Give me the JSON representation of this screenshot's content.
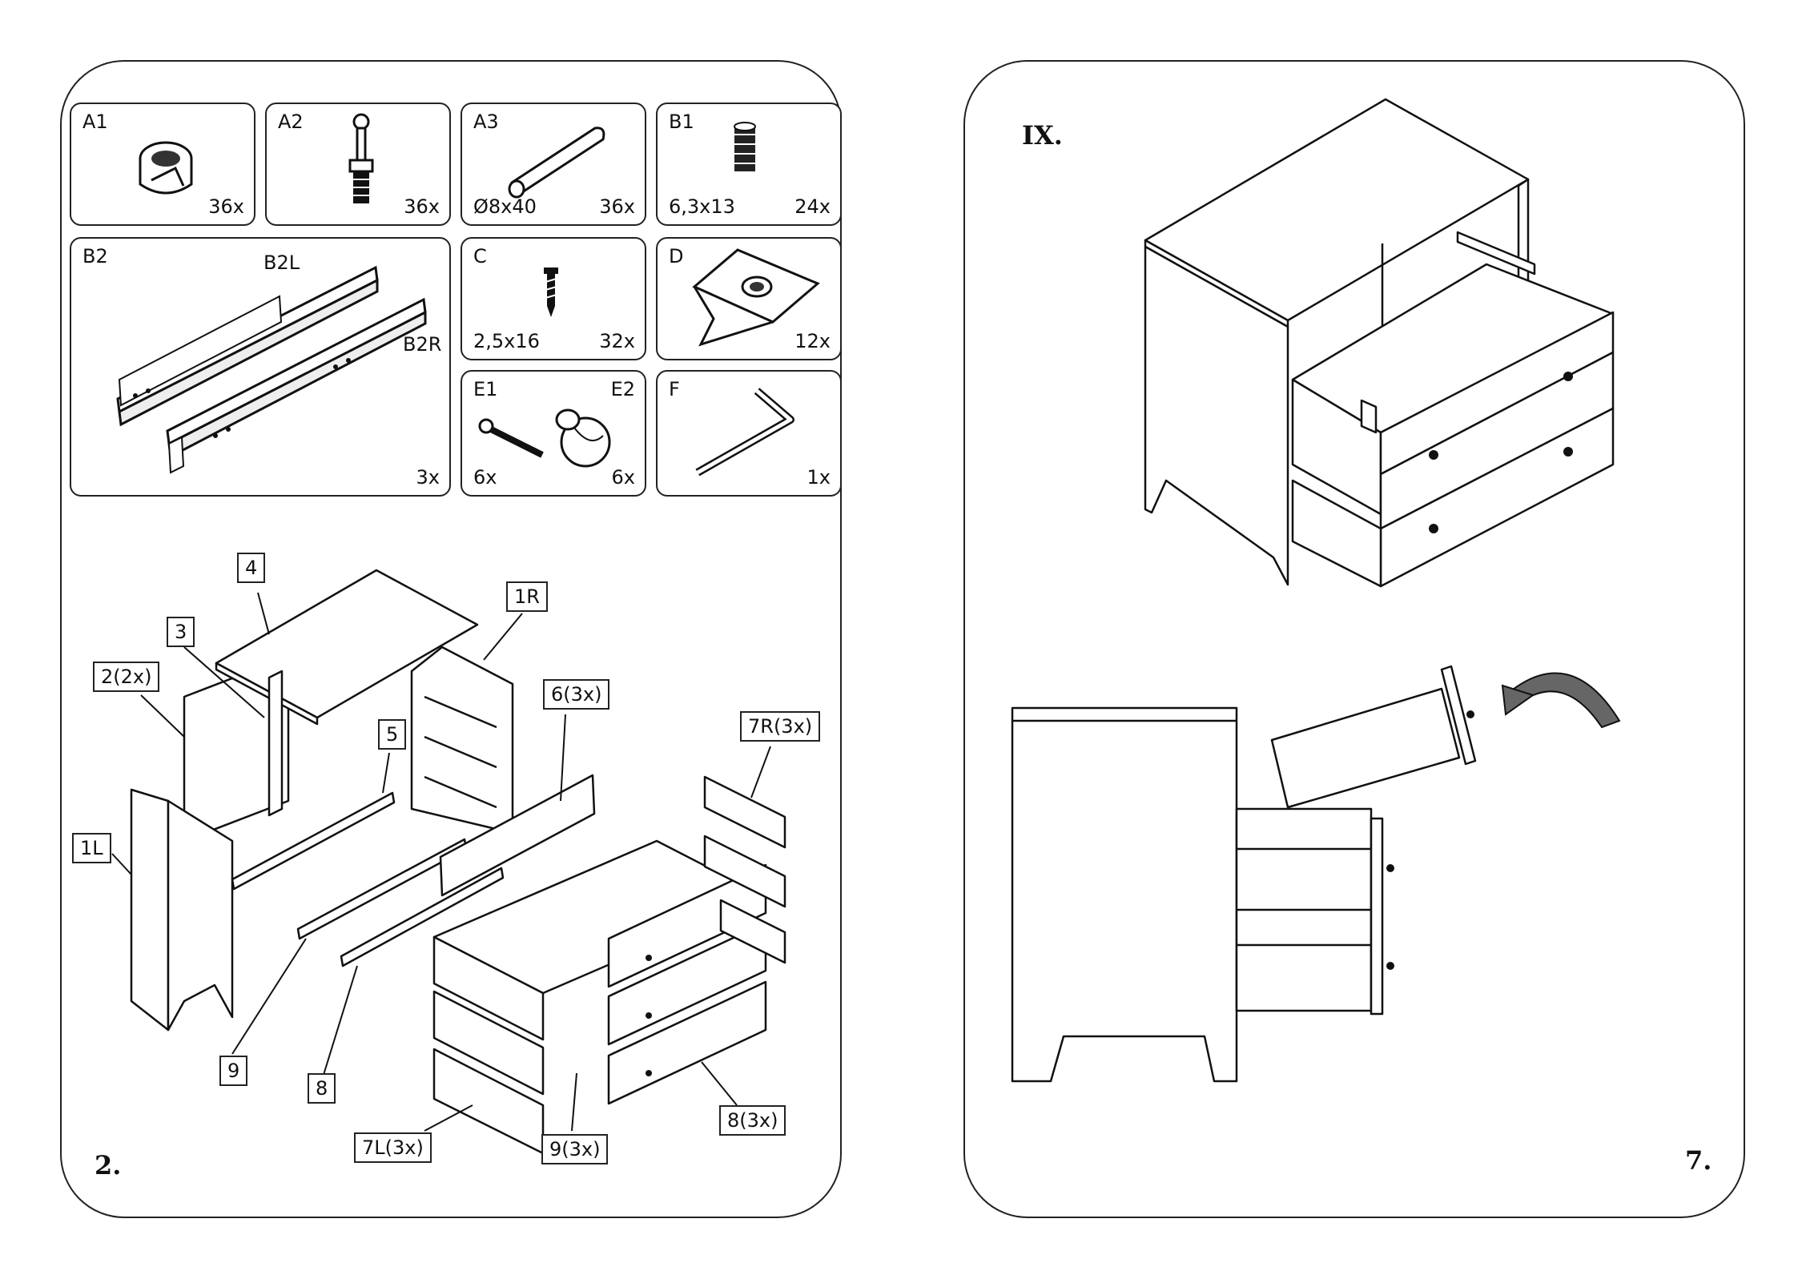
{
  "left_page": {
    "step_number": "2.",
    "hardware": [
      {
        "code": "A1",
        "qty": "36x",
        "spec": "",
        "icon": "cam-lock-icon"
      },
      {
        "code": "A2",
        "qty": "36x",
        "spec": "",
        "icon": "cam-bolt-icon"
      },
      {
        "code": "A3",
        "qty": "36x",
        "spec": "Ø8x40",
        "icon": "wooden-dowel-icon"
      },
      {
        "code": "B1",
        "qty": "24x",
        "spec": "6,3x13",
        "icon": "insert-nut-icon"
      },
      {
        "code": "B2",
        "qty": "3x",
        "spec": "",
        "sub_left": "B2L",
        "sub_right": "B2R",
        "icon": "drawer-slide-icon"
      },
      {
        "code": "C",
        "qty": "32x",
        "spec": "2,5x16",
        "icon": "wood-screw-icon"
      },
      {
        "code": "D",
        "qty": "12x",
        "spec": "",
        "icon": "cover-cap-sheet-icon"
      },
      {
        "code": "E1",
        "code2": "E2",
        "qty": "6x",
        "qty2": "6x",
        "spec": "",
        "icon": "knob-icon"
      },
      {
        "code": "F",
        "qty": "1x",
        "spec": "",
        "icon": "allen-key-icon"
      }
    ],
    "part_labels": [
      "4",
      "3",
      "2(2x)",
      "1R",
      "5",
      "6(3x)",
      "7R(3x)",
      "1L",
      "9",
      "8",
      "7L(3x)",
      "9(3x)",
      "8(3x)"
    ]
  },
  "right_page": {
    "step_roman": "IX.",
    "step_number": "7."
  }
}
